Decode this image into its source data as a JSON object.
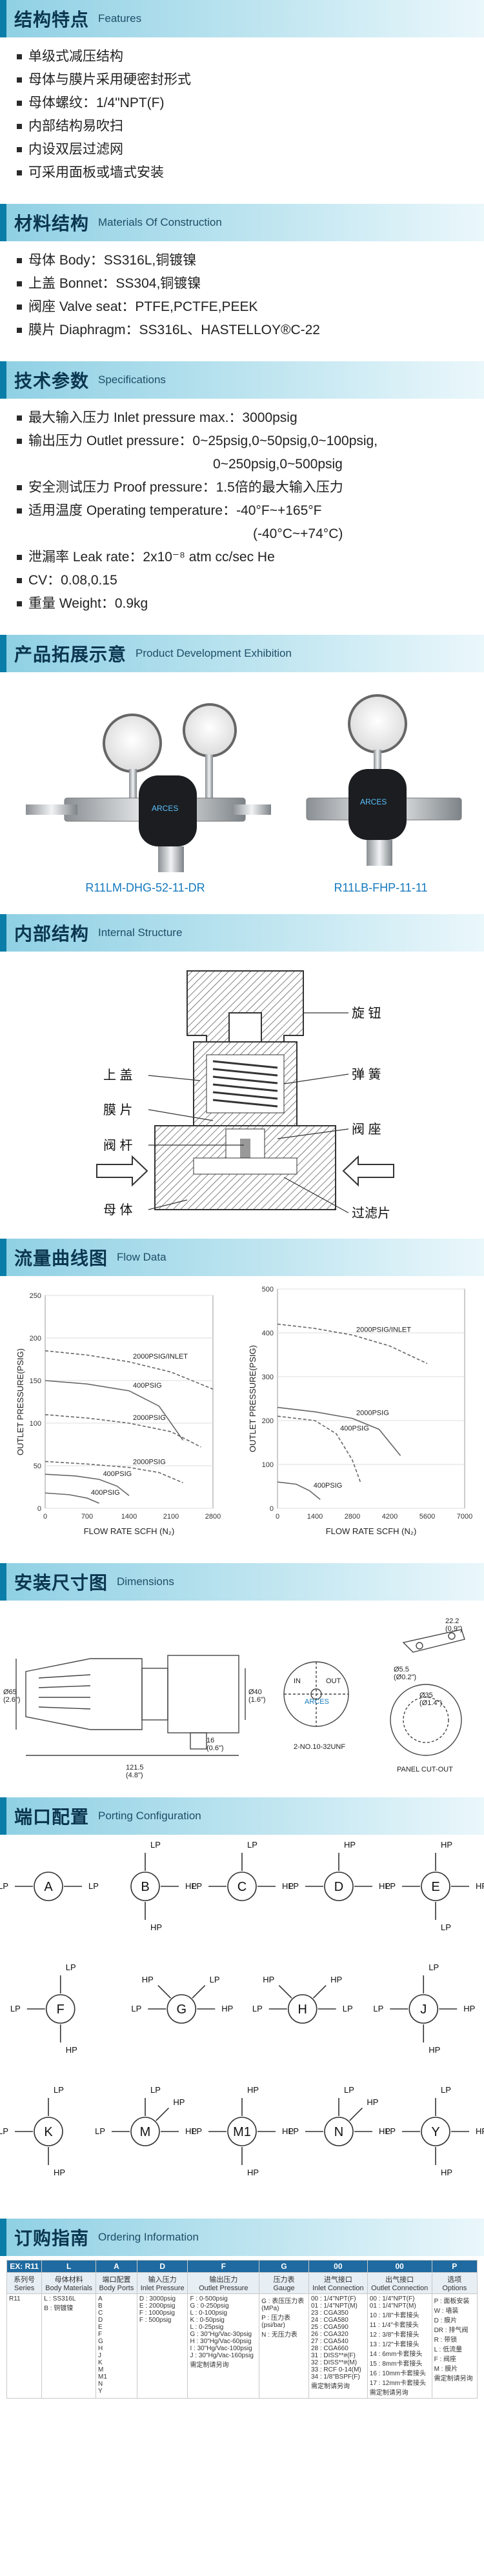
{
  "features": {
    "cn": "结构特点",
    "en": "Features",
    "items": [
      "单级式减压结构",
      "母体与膜片采用硬密封形式",
      "母体螺纹：1/4\"NPT(F)",
      "内部结构易吹扫",
      "内设双层过滤网",
      "可采用面板或墙式安装"
    ]
  },
  "materials": {
    "cn": "材料结构",
    "en": "Materials Of Construction",
    "items": [
      "母体 Body：SS316L,铜镀镍",
      "上盖 Bonnet：SS304,铜镀镍",
      "阀座 Valve seat：PTFE,PCTFE,PEEK",
      "膜片 Diaphragm：SS316L、HASTELLOY®C-22"
    ]
  },
  "specs": {
    "cn": "技术参数",
    "en": "Specifications",
    "inlet": "最大输入压力 Inlet pressure max.：3000psig",
    "outlet_label": "输出压力 Outlet pressure：",
    "outlet_line1": "0~25psig,0~50psig,0~100psig,",
    "outlet_line2": "0~250psig,0~500psig",
    "proof": "安全测试压力 Proof pressure：1.5倍的最大输入压力",
    "temp_label": "适用温度 Operating temperature：",
    "temp_line1": "-40°F~+165°F",
    "temp_line2": "(-40°C~+74°C)",
    "leak": "泄漏率 Leak rate：2x10⁻⁸ atm cc/sec He",
    "cv": "CV：0.08,0.15",
    "weight": "重量 Weight：0.9kg"
  },
  "products": {
    "cn": "产品拓展示意",
    "en": "Product Development Exhibition",
    "caption_left": "R11LM-DHG-52-11-DR",
    "caption_right": "R11LB-FHP-11-11"
  },
  "internal": {
    "cn": "内部结构",
    "en": "Internal Structure",
    "labels": {
      "knob": "旋 钮",
      "bonnet": "上 盖",
      "spring": "弹 簧",
      "diaphragm": "膜 片",
      "seat": "阀 座",
      "stem": "阀 杆",
      "body": "母 体",
      "filter": "过滤片"
    }
  },
  "flow": {
    "cn": "流量曲线图",
    "en": "Flow Data"
  },
  "chart_data": [
    {
      "type": "line",
      "title": "",
      "xlabel": "FLOW RATE SCFH (N₂)",
      "ylabel": "OUTLET PRESSURE(PSIG)",
      "xlim": [
        0,
        2800
      ],
      "ylim": [
        0,
        250
      ],
      "x_ticks": [
        0,
        700,
        1400,
        2100,
        2800
      ],
      "y_ticks": [
        0,
        50,
        100,
        150,
        200,
        250
      ],
      "series": [
        {
          "name": "2000PSIG/INLET",
          "x": [
            0,
            700,
            1400,
            2100,
            2800
          ],
          "y": [
            185,
            180,
            172,
            160,
            140
          ]
        },
        {
          "name": "400PSIG",
          "x": [
            0,
            700,
            1400,
            1900,
            2300
          ],
          "y": [
            150,
            146,
            138,
            120,
            80
          ]
        },
        {
          "name": "2000PSIG",
          "x": [
            0,
            700,
            1400,
            2100,
            2600
          ],
          "y": [
            110,
            106,
            100,
            90,
            72
          ]
        },
        {
          "name": "400PSIG",
          "x": [
            0,
            500,
            900,
            1200,
            1400
          ],
          "y": [
            40,
            38,
            34,
            26,
            15
          ]
        },
        {
          "name": "2000PSIG",
          "x": [
            0,
            700,
            1400,
            1900,
            2300
          ],
          "y": [
            55,
            52,
            48,
            42,
            30
          ]
        },
        {
          "name": "400PSIG",
          "x": [
            0,
            400,
            700,
            900
          ],
          "y": [
            18,
            16,
            12,
            6
          ]
        }
      ]
    },
    {
      "type": "line",
      "title": "",
      "xlabel": "FLOW RATE SCFH (N₂)",
      "ylabel": "OUTLET PRESSURE(PSIG)",
      "xlim": [
        0,
        7000
      ],
      "ylim": [
        0,
        500
      ],
      "x_ticks": [
        0,
        1400,
        2800,
        4200,
        5600,
        7000
      ],
      "y_ticks": [
        0,
        100,
        200,
        300,
        400,
        500
      ],
      "series": [
        {
          "name": "2000PSIG/INLET",
          "x": [
            0,
            1400,
            2800,
            4200,
            5600
          ],
          "y": [
            420,
            410,
            395,
            370,
            330
          ]
        },
        {
          "name": "2000PSIG",
          "x": [
            0,
            1400,
            2800,
            3800,
            4600
          ],
          "y": [
            230,
            220,
            205,
            180,
            120
          ]
        },
        {
          "name": "400PSIG",
          "x": [
            0,
            1400,
            2200,
            2800,
            3100
          ],
          "y": [
            210,
            200,
            170,
            110,
            60
          ]
        },
        {
          "name": "400PSIG",
          "x": [
            0,
            700,
            1200,
            1600
          ],
          "y": [
            60,
            55,
            40,
            20
          ]
        }
      ]
    }
  ],
  "dimensions": {
    "cn": "安装尺寸图",
    "en": "Dimensions",
    "d_body": "Ø65\n(2.6\")",
    "len": "121.5\n(4.8\")",
    "dd": "Ø40\n(1.6\")",
    "small": "16\n(0.6\")",
    "bolt": "2-NO.10-32UNF",
    "in_label": "IN",
    "out_label": "OUT",
    "brand": "ARCES",
    "hole1": "Ø5.5\n(Ø0.2\")",
    "hole2": "Ø35\n(Ø1.4\")",
    "top1": "22.2\n(0.9\")",
    "panel": "PANEL CUT-OUT"
  },
  "porting": {
    "cn": "端口配置",
    "en": "Porting Configuration",
    "configs": [
      {
        "id": "A",
        "lp": [
          "left",
          "right"
        ],
        "hp": []
      },
      {
        "id": "B",
        "lp": [
          "top"
        ],
        "hp": [
          "right",
          "bottom"
        ]
      },
      {
        "id": "C",
        "lp": [
          "left",
          "top"
        ],
        "hp": [
          "right"
        ]
      },
      {
        "id": "D",
        "lp": [
          "left"
        ],
        "hp": [
          "top",
          "right"
        ]
      },
      {
        "id": "E",
        "lp": [
          "left",
          "bottom"
        ],
        "hp": [
          "top",
          "right"
        ]
      },
      {
        "id": "F",
        "lp": [
          "left",
          "top"
        ],
        "hp": [
          "bottom"
        ]
      },
      {
        "id": "G",
        "lp": [
          "left",
          "topright"
        ],
        "hp": [
          "topleft",
          "right"
        ]
      },
      {
        "id": "H",
        "lp": [
          "left",
          "right"
        ],
        "hp": [
          "topleft",
          "topright"
        ]
      },
      {
        "id": "J",
        "lp": [
          "left",
          "top"
        ],
        "hp": [
          "right",
          "bottom"
        ]
      },
      {
        "id": "K",
        "lp": [
          "top",
          "left"
        ],
        "hp": [
          "bottom"
        ]
      },
      {
        "id": "M",
        "lp": [
          "left",
          "top"
        ],
        "hp": [
          "topright",
          "right"
        ]
      },
      {
        "id": "M1",
        "lp": [
          "left"
        ],
        "hp": [
          "top",
          "bottom",
          "right"
        ]
      },
      {
        "id": "N",
        "lp": [
          "left",
          "top"
        ],
        "hp": [
          "topright",
          "right"
        ]
      },
      {
        "id": "Y",
        "lp": [
          "left",
          "top"
        ],
        "hp": [
          "right",
          "bottom"
        ]
      }
    ]
  },
  "ordering": {
    "cn": "订购指南",
    "en": "Ordering Information",
    "header": [
      "EX: R11",
      "L",
      "A",
      "D",
      "F",
      "G",
      "00",
      "00",
      "P"
    ],
    "subheader": [
      "系列号\nSeries",
      "母体材料\nBody Materials",
      "端口配置\nBody Ports",
      "输入压力\nInlet Pressure",
      "输出压力\nOutlet Pressure",
      "压力表\nGauge",
      "进气接口\nInlet Connection",
      "出气接口\nOutlet Connection",
      "选项\nOptions"
    ],
    "cols": [
      [
        "R11"
      ],
      [
        "L : SS316L",
        "B : 铜镀镍"
      ],
      [
        "A",
        "B",
        "C",
        "D",
        "E",
        "F",
        "G",
        "H",
        "J",
        "K",
        "M",
        "M1",
        "N",
        "Y"
      ],
      [
        "D : 3000psig",
        "E : 2000psig",
        "F : 1000psig",
        "F : 500psig"
      ],
      [
        "F : 0-500psig",
        "G : 0-250psig",
        "L : 0-100psig",
        "K : 0-50psig",
        "L : 0-25psig",
        "G : 30\"Hg/Vac-30psig",
        "H : 30\"Hg/Vac-60psig",
        "I : 30\"Hg/Vac-100psig",
        "J : 30\"Hg/Vac-160psig",
        "需定制请另询"
      ],
      [
        "G : 表压压力表",
        "(MPa)",
        "P : 压力表",
        "(psi/bar)",
        "N : 无压力表"
      ],
      [
        "00 : 1/4\"NPT(F)",
        "01 : 1/4\"NPT(M)",
        "23 : CGA350",
        "24 : CGA580",
        "25 : CGA590",
        "26 : CGA320",
        "27 : CGA540",
        "28 : CGA660",
        "31 : DISS**#(F)",
        "32 : DISS**#(M)",
        "33 : RCF 0-14(M)",
        "34 : 1/8\"BSPF(F)",
        "需定制请另询"
      ],
      [
        "00 : 1/4\"NPT(F)",
        "01 : 1/4\"NPT(M)",
        "10 : 1/8\"卡套接头",
        "11 : 1/4\"卡套接头",
        "12 : 3/8\"卡套接头",
        "13 : 1/2\"卡套接头",
        "14 : 6mm卡套接头",
        "15 : 8mm卡套接头",
        "16 : 10mm卡套接头",
        "17 : 12mm卡套接头",
        "需定制请另询"
      ],
      [
        "P : 面板安装",
        "W : 墙装",
        "D : 膜片",
        "DR : 排气阀",
        "R : 带锁",
        "L : 低流量",
        "F : 阀座",
        "M : 膜片",
        "需定制请另询"
      ]
    ]
  }
}
